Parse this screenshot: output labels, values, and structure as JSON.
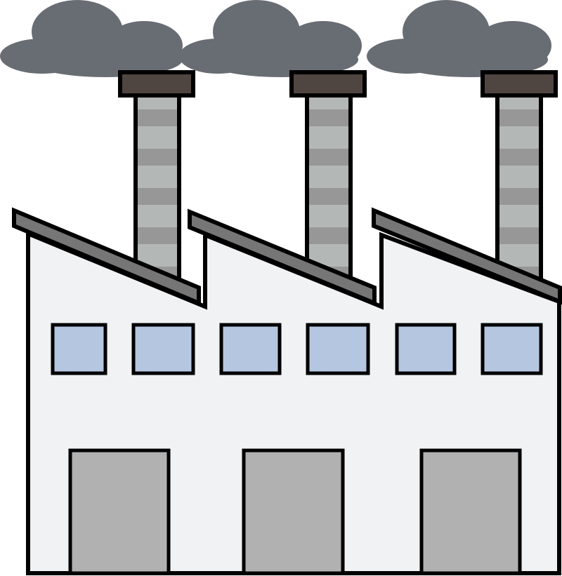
{
  "colors": {
    "smoke": "#686c73",
    "chimney_cap": "#4f4641",
    "chimney_light": "#b3b7b5",
    "chimney_dark": "#979797",
    "roof": "#767676",
    "wall": "#f1f2f4",
    "window": "#b5c6e0",
    "door": "#b1b1b1",
    "outline": "#000000"
  },
  "counts": {
    "chimneys": 3,
    "windows": 6,
    "doors": 3
  }
}
